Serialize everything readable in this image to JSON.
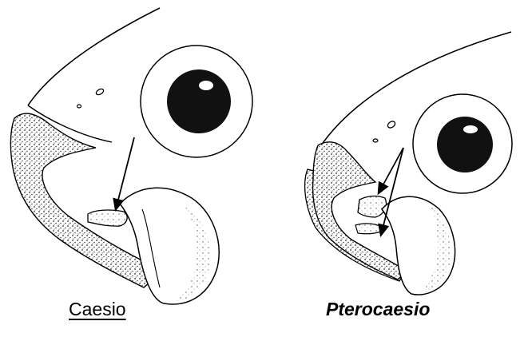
{
  "figure": {
    "panels": [
      {
        "label": "Caesio",
        "label_style": "underline"
      },
      {
        "label": "Pterocaesio",
        "label_style": "bold-italic"
      }
    ]
  }
}
